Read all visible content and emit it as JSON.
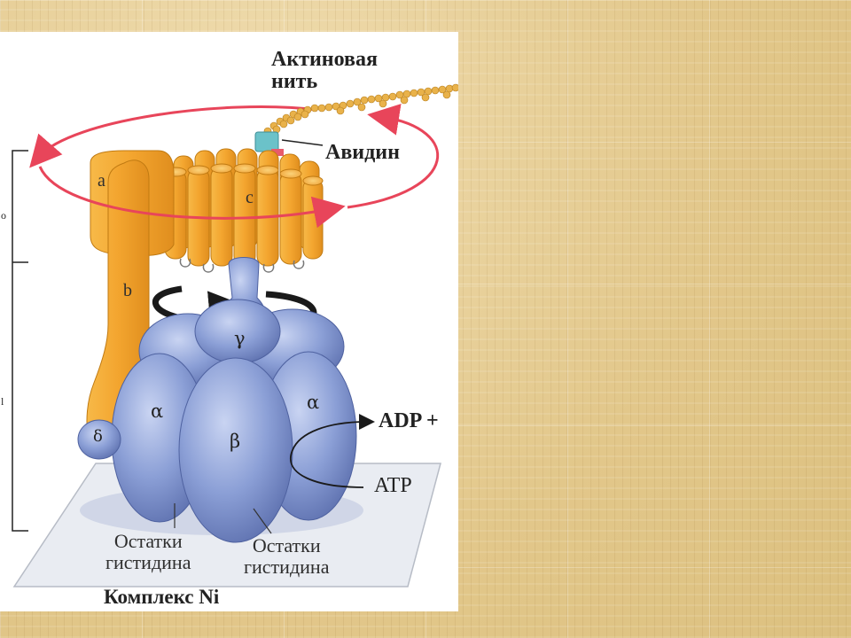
{
  "diagram": {
    "labels": {
      "actin_filament": "Актиновая\nнить",
      "avidin": "Авидин",
      "subunit_a": "a",
      "subunit_b": "b",
      "subunit_c": "c",
      "subunit_gamma": "γ",
      "subunit_alpha_left": "α",
      "subunit_alpha_right": "α",
      "subunit_beta": "β",
      "subunit_delta": "δ",
      "adp": "ADP +",
      "atp": "ATP",
      "histidine_left": "Остатки\nгистидина",
      "histidine_right": "Остатки\nгистидина",
      "ni_complex": "Комплекс Ni",
      "left_edge_top": "o",
      "left_edge_bottom": "l"
    },
    "colors": {
      "orange": "#f4a93a",
      "blue": "#8b9fd6",
      "red_arrow": "#e8455a",
      "black_arrow": "#1a1a1a",
      "avidin_teal": "#6bc2c9"
    }
  }
}
